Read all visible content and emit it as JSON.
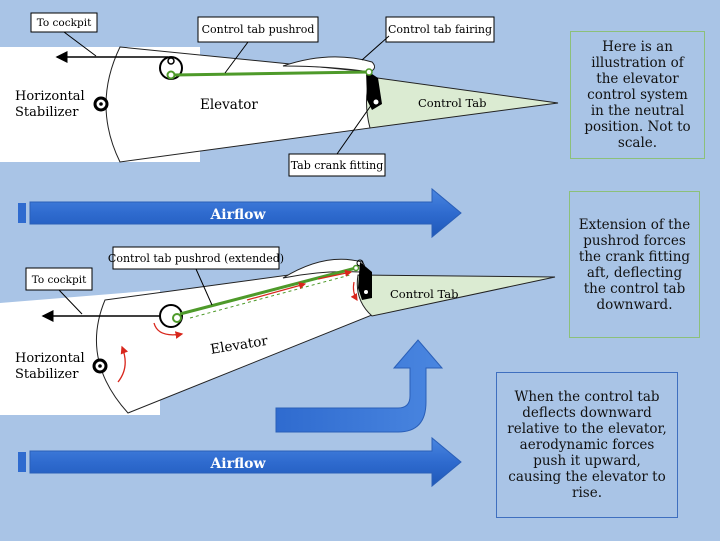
{
  "neutral": {
    "labels": {
      "to_cockpit": "To cockpit",
      "pushrod": "Control tab pushrod",
      "fairing": "Control tab fairing",
      "horizontal_stabilizer_1": "Horizontal",
      "horizontal_stabilizer_2": "Stabilizer",
      "elevator": "Elevator",
      "control_tab": "Control Tab",
      "tab_crank": "Tab crank fitting"
    },
    "airflow": "Airflow",
    "note": "Here is an illustration of the elevator control system in the neutral position. Not to scale."
  },
  "deflected": {
    "labels": {
      "to_cockpit": "To cockpit",
      "pushrod_extended": "Control tab pushrod (extended)",
      "horizontal_stabilizer_1": "Horizontal",
      "horizontal_stabilizer_2": "Stabilizer",
      "elevator": "Elevator",
      "control_tab": "Control Tab"
    },
    "airflow": "Airflow",
    "note_extension": "Extension of the pushrod forces the crank fitting aft, deflecting the control tab downward.",
    "note_aero": "When the control tab deflects downward relative to the elevator, aerodynamic forces push it upward, causing the elevator to rise."
  },
  "colors": {
    "background": "#a9c4e6",
    "pushrod": "#4e9a2a",
    "control_tab_fill": "#dbebd2",
    "airflow_arrow": "#3a78d8",
    "rotation_arrows": "#d8261c",
    "green_box_border": "#8cc07a",
    "blue_box_border": "#3f6fbf"
  }
}
